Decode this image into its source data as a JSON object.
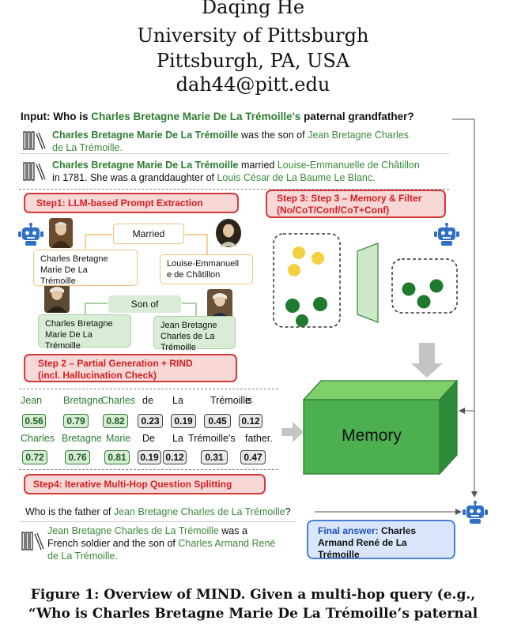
{
  "header": {
    "author": "Daqing He",
    "affiliation": "University of Pittsburgh",
    "location": "Pittsburgh, PA, USA",
    "email": "dah44@pitt.edu"
  },
  "input": {
    "prefix": "Input: Who is ",
    "entity": "Charles Bretagne Marie De La Trémoille's",
    "suffix": " paternal grandfather?"
  },
  "context1": {
    "entity": "Charles Bretagne Marie De La Trémoille",
    "text": " was the son of ",
    "entity2_a": "Jean Bretagne Charles",
    "entity2_b": "de La Trémoille."
  },
  "context2": {
    "entity": "Charles Bretagne Marie De La Trémoille",
    "text": " married ",
    "entity2": "Louise-Emmanuelle de Châtillon",
    "line2_a": "in 1781. She was a granddaughter of ",
    "entity3": "Louis César de La Baume Le Blanc."
  },
  "steps": {
    "step1": "Step1: LLM-based Prompt Extraction",
    "step2_a": "Step 2 – Partial Generation + RIND",
    "step2_b": "(incl. Hallucination Check)",
    "step3_a": "Step 3: Step 3 – Memory & Filter",
    "step3_b": "(No/CoT/Conf/CoT+Conf)",
    "step4": "Step4: Iterative Multi-Hop Question Splitting"
  },
  "graph": {
    "rel1": "Married",
    "rel2": "Son of",
    "ent1": [
      "Charles Bretagne",
      "Marie De La",
      "Trémoille"
    ],
    "ent2": [
      "Louise-Emmanuell",
      "e de Châtillon"
    ],
    "ent3": [
      "Charles Bretagne",
      "Marie De La",
      "Trémoille"
    ],
    "ent4": [
      "Jean Bretagne",
      "Charles de La",
      "Trémoille"
    ]
  },
  "tokens_row1": [
    {
      "t": "Jean",
      "p": "0.56",
      "hi": true
    },
    {
      "t": "Bretagne",
      "p": "0.79",
      "hi": true
    },
    {
      "t": "Charles",
      "p": "0.82",
      "hi": true
    },
    {
      "t": "de",
      "p": "0.23",
      "hi": false
    },
    {
      "t": "La",
      "p": "0.19",
      "hi": false
    },
    {
      "t": "Trémoille",
      "p": "0.45",
      "hi": false
    },
    {
      "t": "is",
      "p": "0.12",
      "hi": false
    }
  ],
  "tokens_row2": [
    {
      "t": "Charles",
      "p": "0.72",
      "hi": true
    },
    {
      "t": "Bretagne",
      "p": "0.76",
      "hi": true
    },
    {
      "t": "Marie",
      "p": "0.81",
      "hi": true
    },
    {
      "t": "De",
      "p": "0.19",
      "hi": false
    },
    {
      "t": "La",
      "p": "0.12",
      "hi": false
    },
    {
      "t": "Trémoille's",
      "p": "0.31",
      "hi": false
    },
    {
      "t": "father.",
      "p": "0.47",
      "hi": false
    }
  ],
  "memory_label": "Memory",
  "question2": {
    "prefix": "Who is the father of ",
    "entity": "Jean Bretagne Charles de La Trémoille",
    "suffix": "?"
  },
  "context3": {
    "entity": "Jean Bretagne Charles de La Trémoille",
    "text": " was a",
    "line2_a": "French soldier and the son of ",
    "entity2": "Charles Armand René",
    "line3": "de La Trémoille."
  },
  "final": {
    "label": "Final answer: ",
    "answer_a": "Charles",
    "answer_b": "Armand René de La",
    "answer_c": "Trémoille"
  },
  "caption": {
    "line1": "Figure 1: Overview of MIND. Given a multi-hop query (e.g.,",
    "line2": "“Who is Charles Bretagne Marie De La Trémoille’s paternal"
  },
  "colors": {
    "entity_green": "#2e7d32",
    "step_red": "#d21f1f",
    "final_blue": "#4a7fd6",
    "memory_green": "#4caf50",
    "dot_yellow": "#f4d03f"
  }
}
